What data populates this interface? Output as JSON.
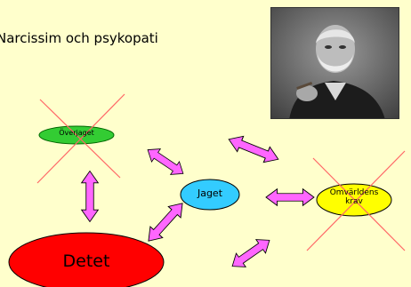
{
  "title": "Narcissim och psykopati",
  "nodes": {
    "overjaget": "Överjaget",
    "jaget": "Jaget",
    "detet": "Detet",
    "omvarldens_line1": "Omvärldens",
    "omvarldens_line2": "krav"
  },
  "colors": {
    "background": "#ffffcc",
    "overjaget_fill": "#33cc33",
    "jaget_fill": "#33ccff",
    "detet_fill": "#ff0000",
    "omvarldens_fill": "#ffff00",
    "arrow_fill": "#ff66ff",
    "cross": "#ff6666"
  },
  "photo": {
    "description_icon": "portrait-photo"
  }
}
